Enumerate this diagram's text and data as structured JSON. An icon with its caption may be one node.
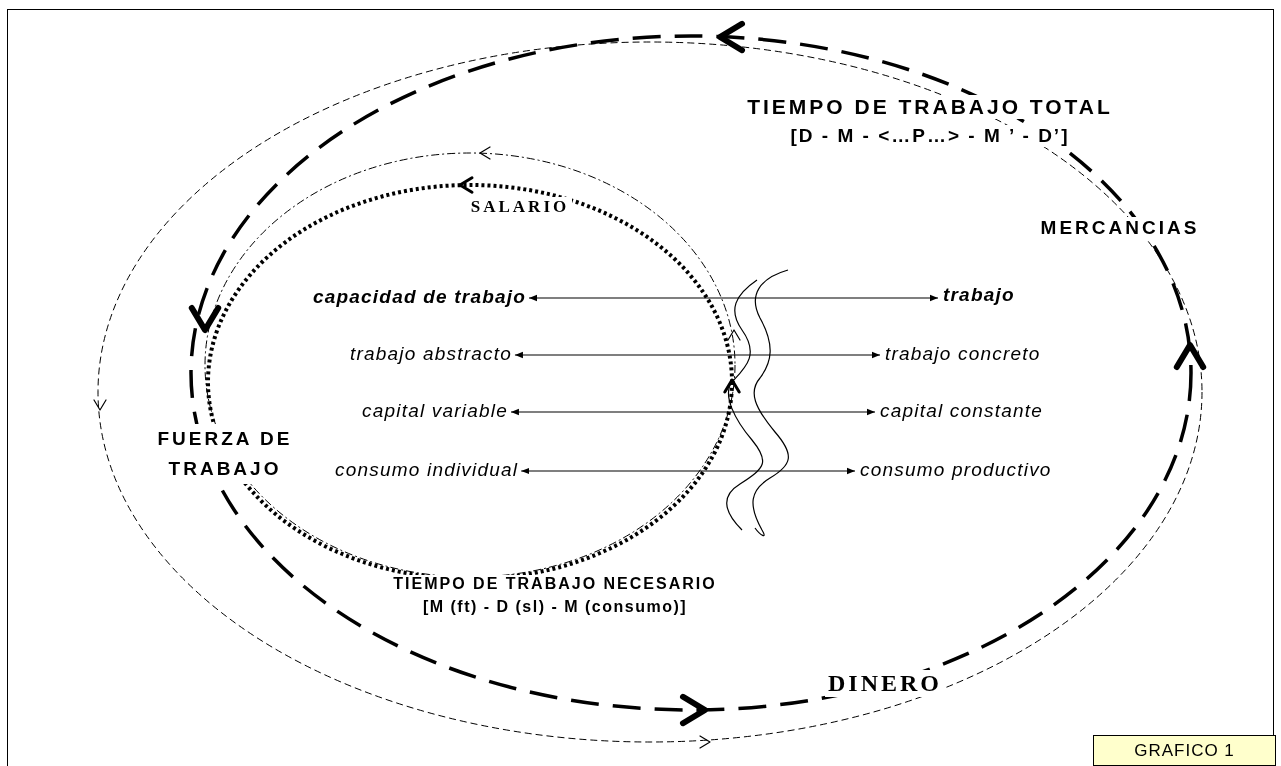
{
  "diagram": {
    "nodes": [
      {
        "text": [
          "capacidad de trabajo"
        ]
      },
      {
        "text": [
          "trabajo"
        ]
      },
      {
        "text": [
          "trabajo abstracto"
        ]
      },
      {
        "text": [
          "trabajo concreto"
        ]
      },
      {
        "text": [
          "capital variable"
        ]
      },
      {
        "text": [
          "capital constante"
        ]
      },
      {
        "text": [
          "consumo individual"
        ]
      },
      {
        "text": [
          "consumo productivo"
        ]
      },
      {
        "text": [
          "GRAFICO 1"
        ]
      }
    ],
    "edges": [
      {
        "from": 0,
        "to": 1,
        "arrow": "both"
      },
      {
        "from": 2,
        "to": 3,
        "arrow": "both"
      },
      {
        "from": 4,
        "to": 5,
        "arrow": "both"
      },
      {
        "from": 6,
        "to": 7,
        "arrow": "both"
      }
    ],
    "labels": [
      "TIEMPO DE TRABAJO TOTAL",
      "[D - M - <…P…> - M ’ - D’]",
      "MERCANCIAS",
      "SALARIO",
      "FUERZA DE TRABAJO",
      "TIEMPO DE TRABAJO NECESARIO",
      "[M (ft) - D (sl) - M (consumo)]",
      "DINERO"
    ]
  }
}
